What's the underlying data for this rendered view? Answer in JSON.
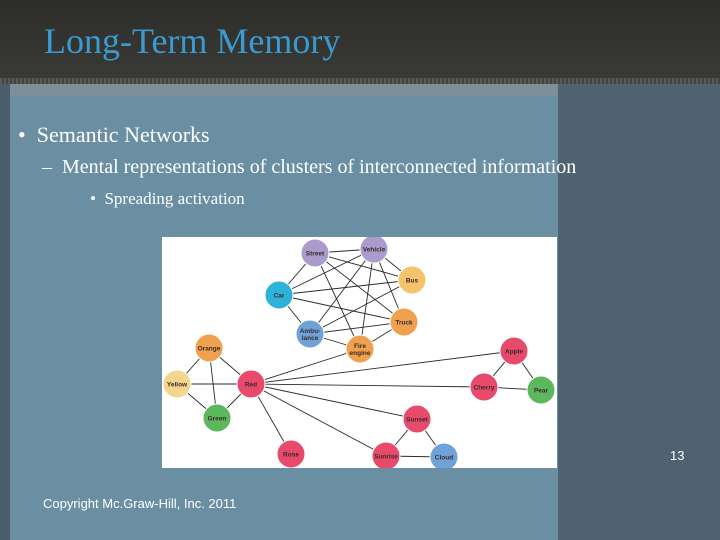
{
  "slide": {
    "title": "Long-Term Memory",
    "bullet1": "Semantic Networks",
    "bullet2": "Mental representations of clusters of interconnected information",
    "bullet3": "Spreading activation",
    "bullet1_marker": "•",
    "bullet2_marker": "–",
    "bullet3_marker": "•",
    "page_number": "13",
    "copyright": "Copyright Mc.Graw-Hill, Inc. 2011"
  },
  "network": {
    "nodes": [
      {
        "id": "street",
        "label": "Street",
        "color": "#a99ccd"
      },
      {
        "id": "vehicle",
        "label": "Vehicle",
        "color": "#a99ccd"
      },
      {
        "id": "bus",
        "label": "Bus",
        "color": "#f3c46b"
      },
      {
        "id": "car",
        "label": "Car",
        "color": "#2fb2d8"
      },
      {
        "id": "truck",
        "label": "Truck",
        "color": "#f0a150"
      },
      {
        "id": "ambulance",
        "label": "Ambu-\nlance",
        "color": "#6fa3d8"
      },
      {
        "id": "fireengine",
        "label": "Fire\nengine",
        "color": "#f0a150"
      },
      {
        "id": "orange",
        "label": "Orange",
        "color": "#f0a150"
      },
      {
        "id": "apple",
        "label": "Apple",
        "color": "#e84a6b"
      },
      {
        "id": "yellow",
        "label": "Yellow",
        "color": "#f3d58c"
      },
      {
        "id": "red",
        "label": "Red",
        "color": "#e84a6b"
      },
      {
        "id": "cherry",
        "label": "Cherry",
        "color": "#e84a6b"
      },
      {
        "id": "pear",
        "label": "Pear",
        "color": "#5cb85c"
      },
      {
        "id": "green",
        "label": "Green",
        "color": "#5cb85c"
      },
      {
        "id": "sunset",
        "label": "Sunset",
        "color": "#e84a6b"
      },
      {
        "id": "rose",
        "label": "Rose",
        "color": "#e84a6b"
      },
      {
        "id": "sunrise",
        "label": "Sunrise",
        "color": "#e84a6b"
      },
      {
        "id": "cloud",
        "label": "Cloud",
        "color": "#6fa3d8"
      }
    ],
    "edges": [
      [
        "street",
        "vehicle"
      ],
      [
        "street",
        "bus"
      ],
      [
        "street",
        "car"
      ],
      [
        "street",
        "truck"
      ],
      [
        "street",
        "fireengine"
      ],
      [
        "vehicle",
        "bus"
      ],
      [
        "vehicle",
        "car"
      ],
      [
        "vehicle",
        "truck"
      ],
      [
        "vehicle",
        "ambulance"
      ],
      [
        "vehicle",
        "fireengine"
      ],
      [
        "car",
        "bus"
      ],
      [
        "car",
        "truck"
      ],
      [
        "car",
        "ambulance"
      ],
      [
        "bus",
        "ambulance"
      ],
      [
        "truck",
        "fireengine"
      ],
      [
        "truck",
        "ambulance"
      ],
      [
        "ambulance",
        "fireengine"
      ],
      [
        "fireengine",
        "red"
      ],
      [
        "orange",
        "yellow"
      ],
      [
        "orange",
        "red"
      ],
      [
        "orange",
        "green"
      ],
      [
        "yellow",
        "red"
      ],
      [
        "yellow",
        "green"
      ],
      [
        "red",
        "green"
      ],
      [
        "red",
        "apple"
      ],
      [
        "red",
        "cherry"
      ],
      [
        "red",
        "sunset"
      ],
      [
        "red",
        "rose"
      ],
      [
        "red",
        "sunrise"
      ],
      [
        "apple",
        "cherry"
      ],
      [
        "apple",
        "pear"
      ],
      [
        "cherry",
        "pear"
      ],
      [
        "sunset",
        "sunrise"
      ],
      [
        "sunset",
        "cloud"
      ],
      [
        "sunrise",
        "cloud"
      ]
    ]
  }
}
